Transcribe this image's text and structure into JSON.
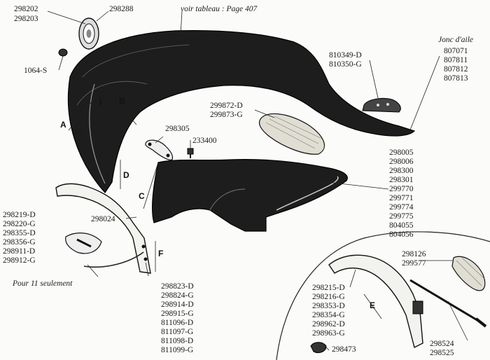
{
  "labels": {
    "cap_top": [
      "298202",
      "298203"
    ],
    "cap_right": "298288",
    "screw": "1064-S",
    "voir_tableau": "voir tableau : Page 407",
    "jonc_title": "Jonc d'aile",
    "jonc_refs": [
      "807071",
      "807811",
      "807812",
      "807813"
    ],
    "lamp_refs": [
      "810349-D",
      "810350-G"
    ],
    "pad_refs": [
      "299872-D",
      "299873-G"
    ],
    "bracket_small": "298305",
    "bolt": "233400",
    "inner_panel_refs": [
      "298005",
      "298006",
      "298300",
      "298301",
      "299770",
      "299771",
      "299774",
      "299775",
      "804055",
      "804056"
    ],
    "stay_left_refs": [
      "298219-D",
      "298220-G",
      "298355-D",
      "298356-G",
      "298911-D",
      "298912-G"
    ],
    "stay_mid": "298024",
    "pour_11": "Pour 11 seulement",
    "stay_bottom_refs": [
      "298823-D",
      "298824-G",
      "298914-D",
      "298915-G",
      "811096-D",
      "811097-G",
      "811098-D",
      "811099-G"
    ],
    "inset_pad_refs": [
      "298126",
      "299577"
    ],
    "inset_stay_refs": [
      "298215-D",
      "298216-G",
      "298353-D",
      "298354-G",
      "298962-D",
      "298963-G"
    ],
    "inset_rod_refs": [
      "298524",
      "298525"
    ],
    "inset_grommet": "298473"
  },
  "dimension_letters": [
    "A",
    "B",
    "C",
    "D",
    "E",
    "F",
    "I"
  ]
}
